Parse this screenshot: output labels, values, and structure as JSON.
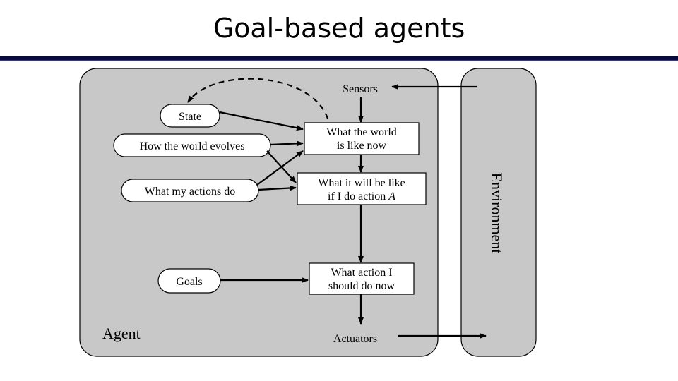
{
  "slide": {
    "title": "Goal-based agents"
  },
  "diagram": {
    "agent_label": "Agent",
    "environment_label": "Environment",
    "sensors_label": "Sensors",
    "actuators_label": "Actuators",
    "inputs": {
      "state": "State",
      "world_evolves": "How the world evolves",
      "actions_do": "What my actions do",
      "goals": "Goals"
    },
    "boxes": {
      "world_now": [
        "What the world",
        "is like now"
      ],
      "world_if_action": [
        "What it will be like",
        "if I do action "
      ],
      "action_variable": "A",
      "action_choice": [
        "What action I",
        "should do now"
      ]
    },
    "colors": {
      "panel_fill": "#c8c8c8",
      "box_fill": "#ffffff",
      "stroke": "#000000"
    }
  }
}
